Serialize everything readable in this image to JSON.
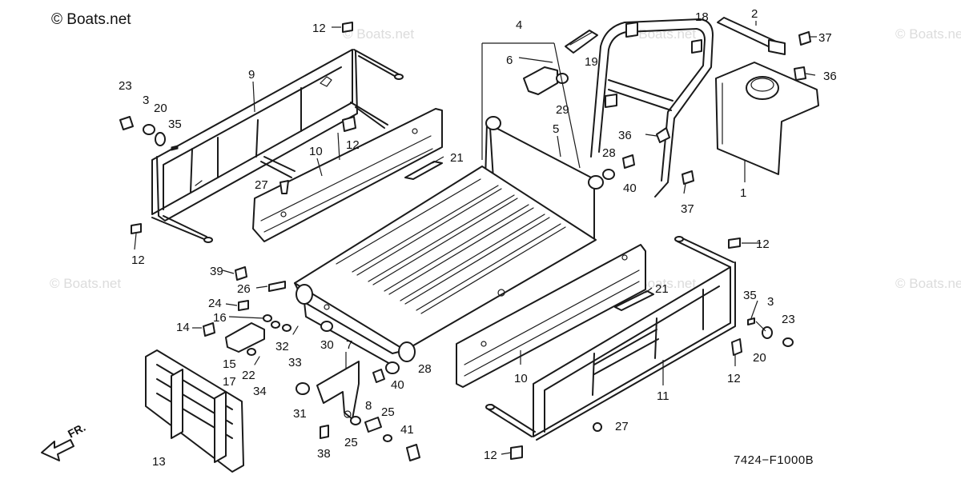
{
  "brand": "© Boats.net",
  "watermark": "© Boats.net",
  "diagram_code": "7424−F1000B",
  "direction_label": "FR.",
  "callouts": {
    "c1": "1",
    "c2": "2",
    "c3a": "3",
    "c3b": "3",
    "c4": "4",
    "c5": "5",
    "c6": "6",
    "c7": "7",
    "c8": "8",
    "c9": "9",
    "c10a": "10",
    "c10b": "10",
    "c11": "11",
    "c12a": "12",
    "c12b": "12",
    "c12c": "12",
    "c12d": "12",
    "c12e": "12",
    "c12f": "12",
    "c13": "13",
    "c14": "14",
    "c15": "15",
    "c16": "16",
    "c17": "17",
    "c18": "18",
    "c19": "19",
    "c20a": "20",
    "c20b": "20",
    "c21a": "21",
    "c21b": "21",
    "c22": "22",
    "c23a": "23",
    "c23b": "23",
    "c24": "24",
    "c25a": "25",
    "c25b": "25",
    "c26": "26",
    "c27a": "27",
    "c27b": "27",
    "c28a": "28",
    "c28b": "28",
    "c29": "29",
    "c30": "30",
    "c31": "31",
    "c32": "32",
    "c33": "33",
    "c34": "34",
    "c35a": "35",
    "c35b": "35",
    "c36a": "36",
    "c36b": "36",
    "c37a": "37",
    "c37b": "37",
    "c38": "38",
    "c39": "39",
    "c40a": "40",
    "c40b": "40",
    "c41": "41"
  }
}
